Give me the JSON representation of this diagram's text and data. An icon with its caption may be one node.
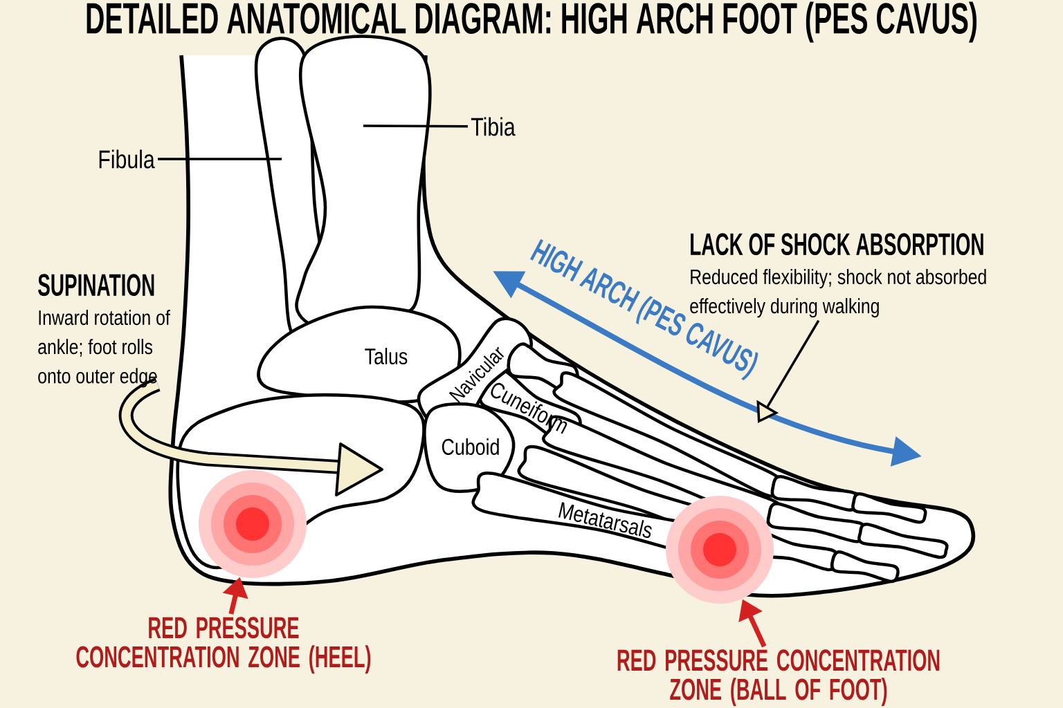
{
  "diagram": {
    "title": "DETAILED ANATOMICAL DIAGRAM: HIGH ARCH FOOT (PES CAVUS)",
    "nodes": [
      {
        "text": [
          "Fibula"
        ]
      },
      {
        "text": [
          "Tibia"
        ]
      },
      {
        "text": [
          "SUPINATION",
          "Inward rotation of ankle; foot rolls onto outer edge"
        ]
      },
      {
        "text": [
          "LACK OF SHOCK ABSORPTION",
          "Reduced flexibility; shock not absorbed effectively during walking"
        ]
      },
      {
        "text": [
          "RED PRESSURE CONCENTRATION ZONE (HEEL)"
        ]
      },
      {
        "text": [
          "RED PRESSURE CONCENTRATION ZONE (BALL OF FOOT)"
        ]
      },
      {
        "text": [],
        "shape": "circle"
      },
      {
        "text": [],
        "shape": "circle"
      }
    ],
    "edges": [
      {
        "from": 0,
        "to": null,
        "arrow": "none"
      },
      {
        "from": 1,
        "to": null,
        "arrow": "none"
      },
      {
        "from": 3,
        "to": null,
        "arrow": "to"
      },
      {
        "from": 4,
        "to": 6,
        "arrow": "to",
        "style": "thick",
        "color": "#d32020"
      },
      {
        "from": 5,
        "to": 7,
        "arrow": "to",
        "style": "thick",
        "color": "#d32020"
      }
    ],
    "labels": [
      "HIGH ARCH (PES CAVUS)",
      "Talus",
      "Navicular",
      "Cuneiform",
      "Cuboid",
      "Metatarsals"
    ]
  }
}
